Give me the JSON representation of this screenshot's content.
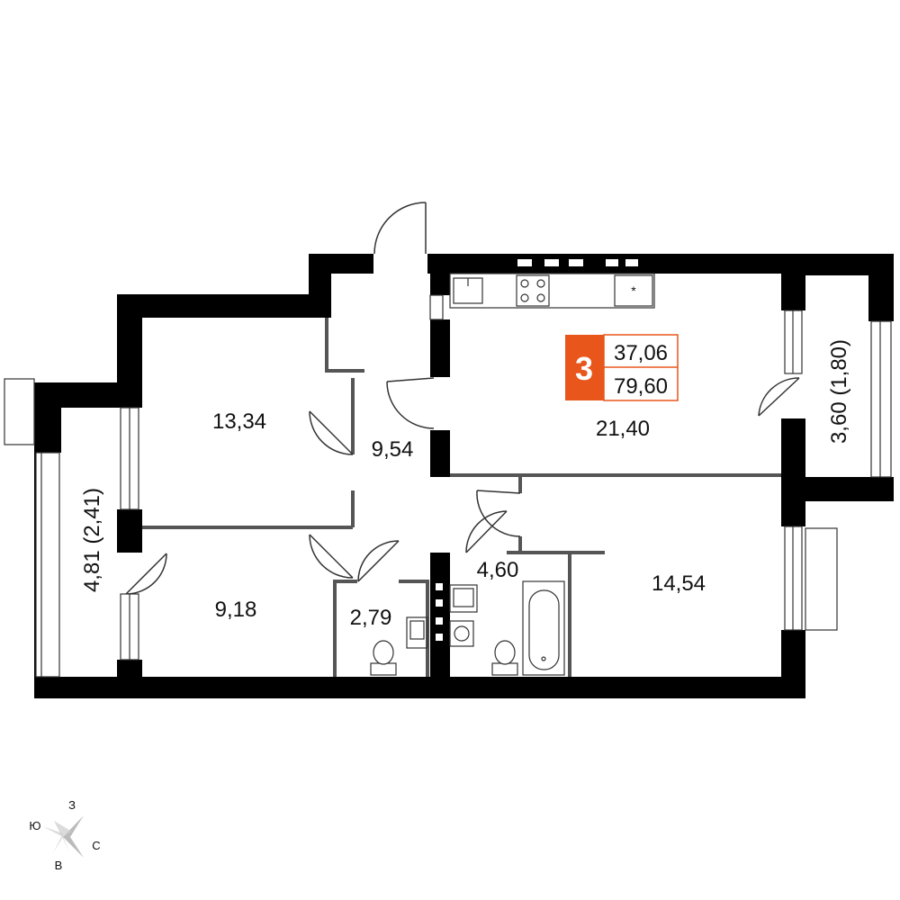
{
  "apartment": {
    "rooms_count": "3",
    "living_area": "37,06",
    "total_area": "79,60",
    "badge_color": "#e8561b"
  },
  "rooms": {
    "bedroom_top_left": "13,34",
    "corridor": "9,54",
    "kitchen_living": "21,40",
    "bedroom_bottom_left": "9,18",
    "wc": "2,79",
    "hall": "4,60",
    "bedroom_right": "14,54",
    "balcony_left": "4,81 (2,41)",
    "balcony_right": "3,60 (1,80)"
  },
  "compass": {
    "north_letter": "С",
    "south_letter": "Ю",
    "west_letter": "З",
    "east_letter": "В"
  },
  "icons": [
    "sink-icon",
    "stove-icon",
    "fridge-icon",
    "toilet-icon",
    "bathtub-icon",
    "washer-icon",
    "compass-icon"
  ],
  "colors": {
    "wall": "#000000",
    "partition": "#555555",
    "line": "#333333"
  }
}
